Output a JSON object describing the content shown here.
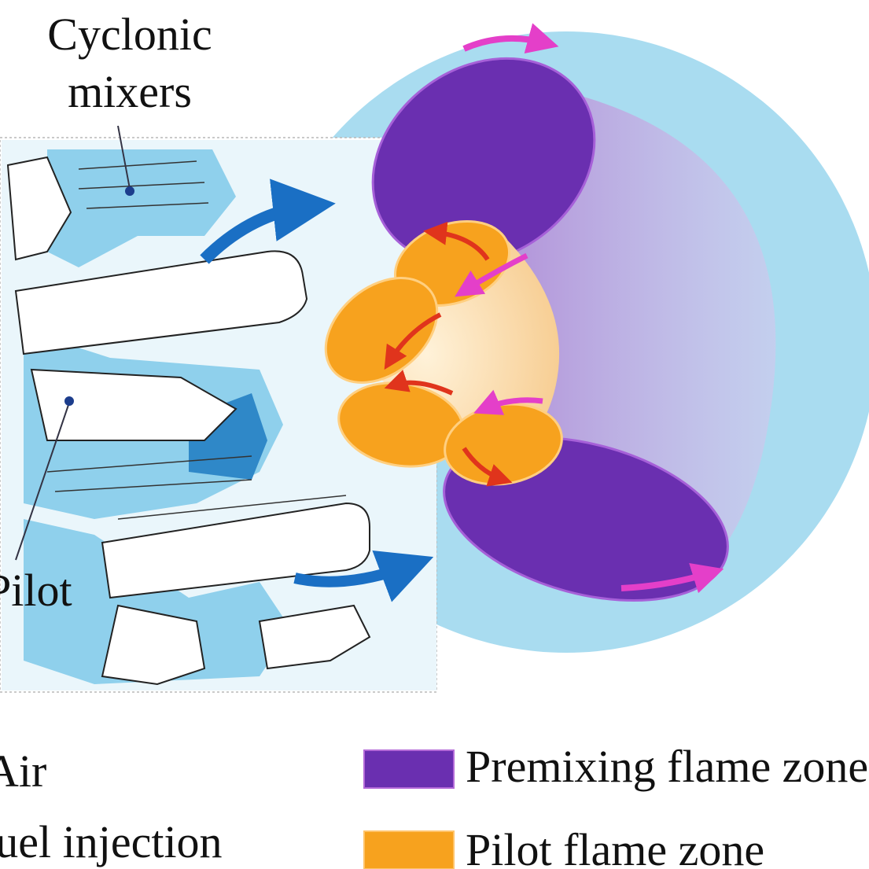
{
  "labels": {
    "cyclonic_line1": "Cyclonic",
    "cyclonic_line2": "mixers",
    "pilot": "Pilot",
    "air": "Air",
    "fuel_injection": "Fuel injection"
  },
  "legend": {
    "premixing": "Premixing flame zone",
    "pilot_zone": "Pilot flame zone"
  },
  "colors": {
    "air_region": "#9fd8ef",
    "premixing_zone": "#6a2fb0",
    "pilot_zone": "#f7a21e",
    "air_arrow": "#1a6fc4",
    "premix_arrow": "#e43fc9",
    "pilot_arrow": "#e0341c"
  }
}
